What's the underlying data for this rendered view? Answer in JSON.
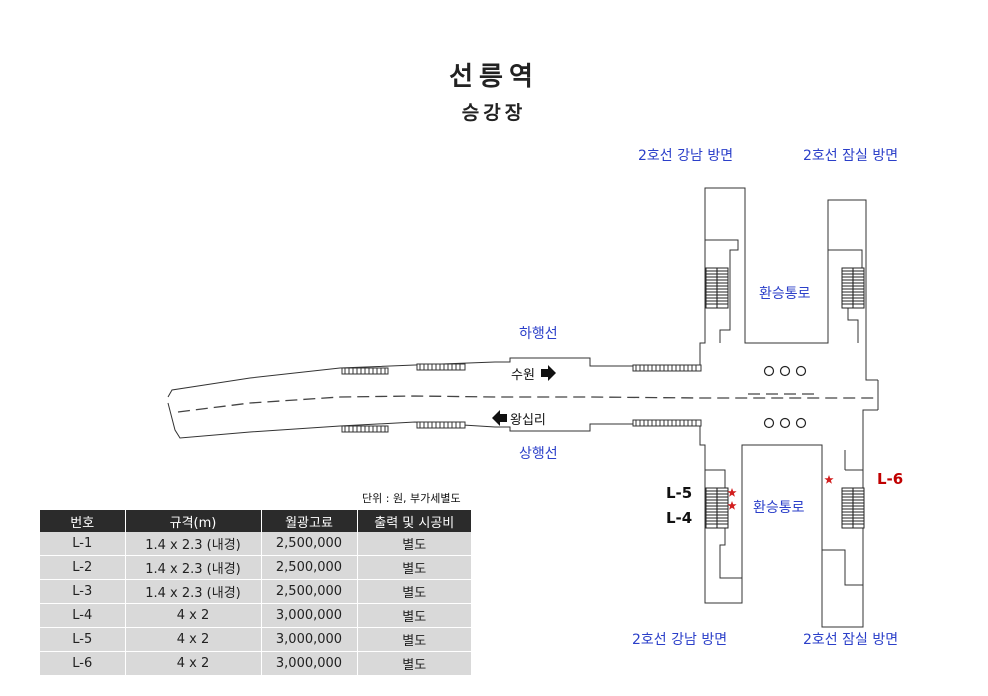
{
  "header": {
    "station_name": "선릉역",
    "subtitle": "승강장"
  },
  "map": {
    "direction_top_left": "2호선 강남 방면",
    "direction_top_right": "2호선 잠실 방면",
    "direction_bottom_left": "2호선 강남 방면",
    "direction_bottom_right": "2호선 잠실 방면",
    "transfer_top": "환승통로",
    "transfer_bottom": "환승통로",
    "line_down": "하행선",
    "line_up": "상행선",
    "toward_suwon": "수원",
    "toward_wangsimni": "왕십리",
    "ad_l5": "L-5",
    "ad_l4": "L-4",
    "ad_l6": "L-6",
    "colors": {
      "label_blue": "#2b3fc9",
      "marker_red": "#c00000",
      "table_header": "#2b2b2b",
      "table_cell": "#d9d9d9"
    }
  },
  "table": {
    "unit_note": "단위 : 원, 부가세별도",
    "headers": [
      "번호",
      "규격(m)",
      "월광고료",
      "출력 및 시공비"
    ],
    "rows": [
      [
        "L-1",
        "1.4 x 2.3 (내경)",
        "2,500,000",
        "별도"
      ],
      [
        "L-2",
        "1.4 x 2.3 (내경)",
        "2,500,000",
        "별도"
      ],
      [
        "L-3",
        "1.4 x 2.3 (내경)",
        "2,500,000",
        "별도"
      ],
      [
        "L-4",
        "4 x 2",
        "3,000,000",
        "별도"
      ],
      [
        "L-5",
        "4 x 2",
        "3,000,000",
        "별도"
      ],
      [
        "L-6",
        "4 x 2",
        "3,000,000",
        "별도"
      ]
    ]
  }
}
